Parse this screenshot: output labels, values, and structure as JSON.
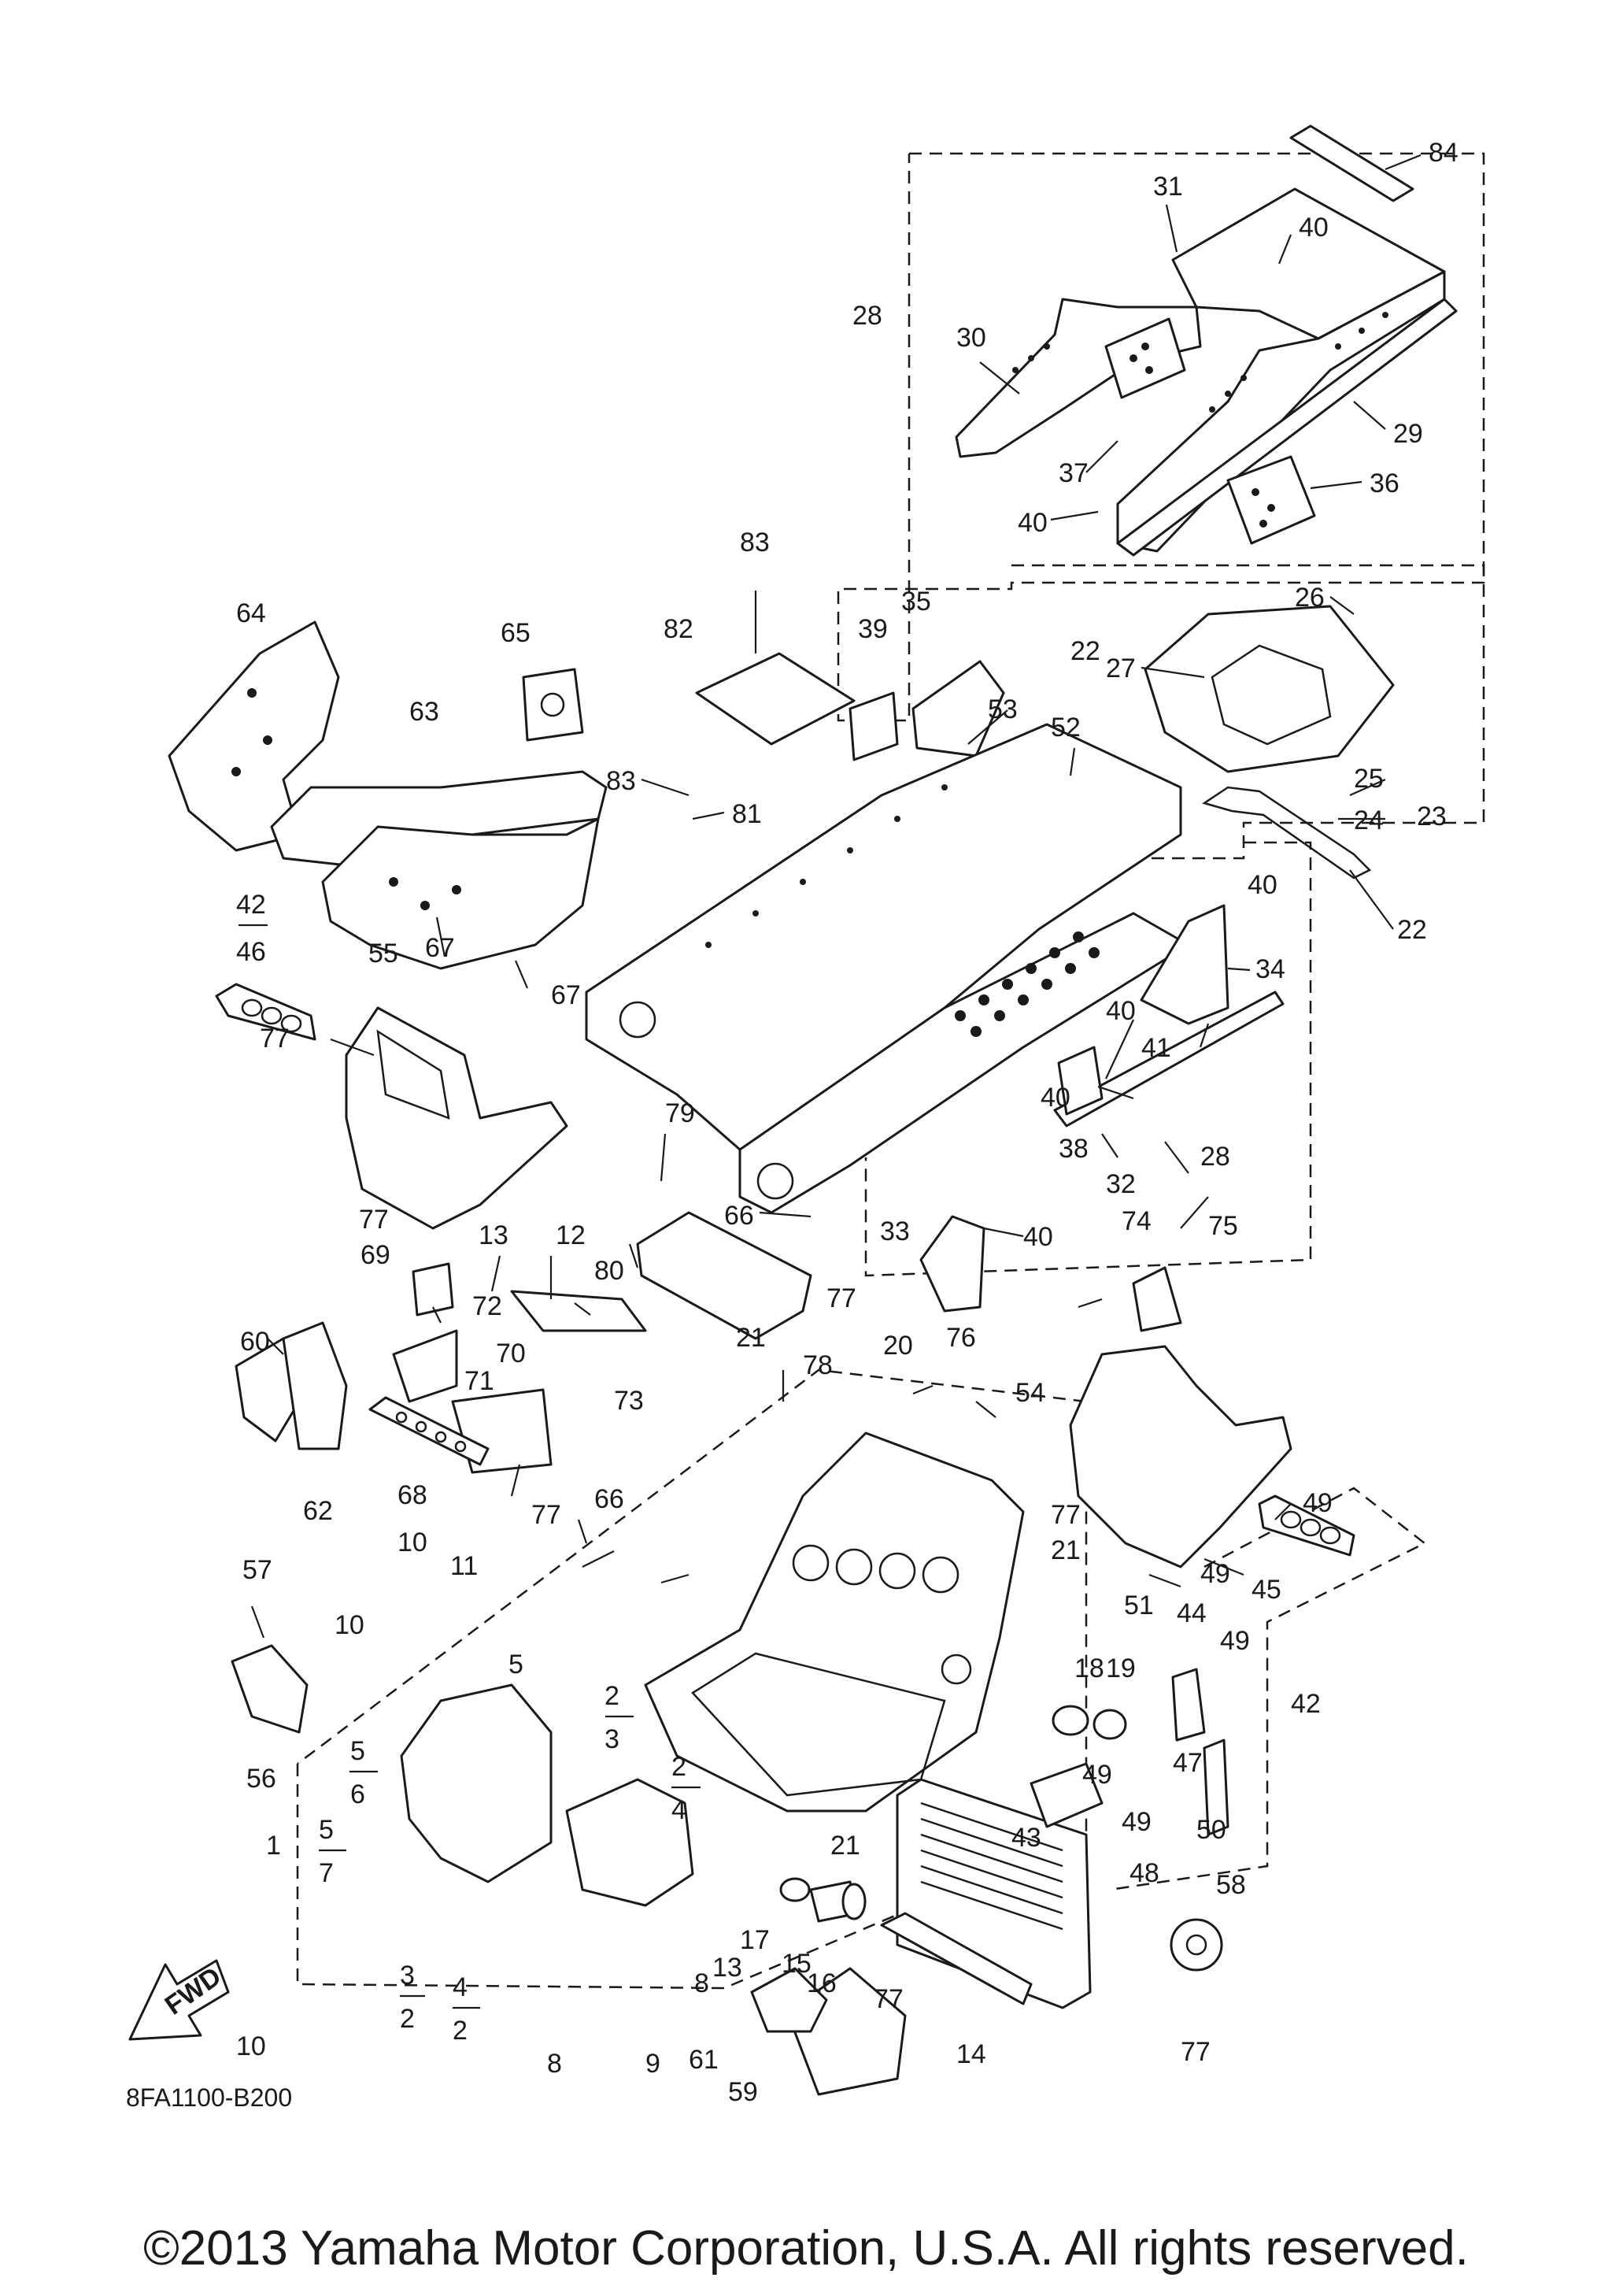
{
  "diagram_code": "8FA1100-B200",
  "fwd_label": "FWD",
  "copyright": "©2013 Yamaha Motor Corporation, U.S.A. All rights reserved.",
  "callouts": {
    "c84": "84",
    "c31": "31",
    "c40a": "40",
    "c30": "30",
    "c28a": "28",
    "c29": "29",
    "c37": "37",
    "c36": "36",
    "c40b": "40",
    "c83a": "83",
    "c35": "35",
    "c82": "82",
    "c39": "39",
    "c26": "26",
    "c22a": "22",
    "c27": "27",
    "c64": "64",
    "c65": "65",
    "c63": "63",
    "c53": "53",
    "c52": "52",
    "c83b": "83",
    "c81": "81",
    "c25": "25",
    "c24": "24",
    "c23": "23",
    "c22b": "22",
    "c42a": "42",
    "c46": "46",
    "c40c": "40",
    "c34": "34",
    "c55": "55",
    "c67a": "67",
    "c67b": "67",
    "c40d": "40",
    "c41": "41",
    "c77a": "77",
    "c79": "79",
    "c40e": "40",
    "c38": "38",
    "c28b": "28",
    "c32": "32",
    "c13a": "13",
    "c66a": "66",
    "c33": "33",
    "c40f": "40",
    "c77b": "77",
    "c80": "80",
    "c12": "12",
    "c74": "74",
    "c75": "75",
    "c69": "69",
    "c72": "72",
    "c77c": "77",
    "c60": "60",
    "c71": "71",
    "c70": "70",
    "c73": "73",
    "c21a": "21",
    "c78": "78",
    "c20": "20",
    "c76": "76",
    "c54": "54",
    "c62": "62",
    "c68": "68",
    "c49a": "49",
    "c77d": "77",
    "c66b": "66",
    "c77e": "77",
    "c21b": "21",
    "c49b": "49",
    "c45": "45",
    "c57": "57",
    "c10a": "10",
    "c11": "11",
    "c51": "51",
    "c10b": "10",
    "c44": "44",
    "c49c": "49",
    "c5a": "5",
    "c18": "18",
    "c19": "19",
    "c42b": "42",
    "c56": "56",
    "c2a": "2",
    "c3a": "3",
    "c2b": "2",
    "c4a": "4",
    "c47": "47",
    "c49d": "49",
    "c5b": "5",
    "c6": "6",
    "c43": "43",
    "c50": "50",
    "c49e": "49",
    "c48": "48",
    "c1": "1",
    "c5c": "5",
    "c7": "7",
    "c21c": "21",
    "c58": "58",
    "c17": "17",
    "c15": "15",
    "c16": "16",
    "c8a": "8",
    "c13b": "13",
    "c3b": "3",
    "c4b": "4",
    "c2c": "2",
    "c2d": "2",
    "c77f": "77",
    "c10c": "10",
    "c9": "9",
    "c8b": "8",
    "c61": "61",
    "c59": "59",
    "c14": "14",
    "c77g": "77"
  },
  "colors": {
    "ink": "#1a1a1a",
    "paper": "#ffffff"
  },
  "icons": {
    "fwd_arrow": "fwd-arrow-icon"
  }
}
